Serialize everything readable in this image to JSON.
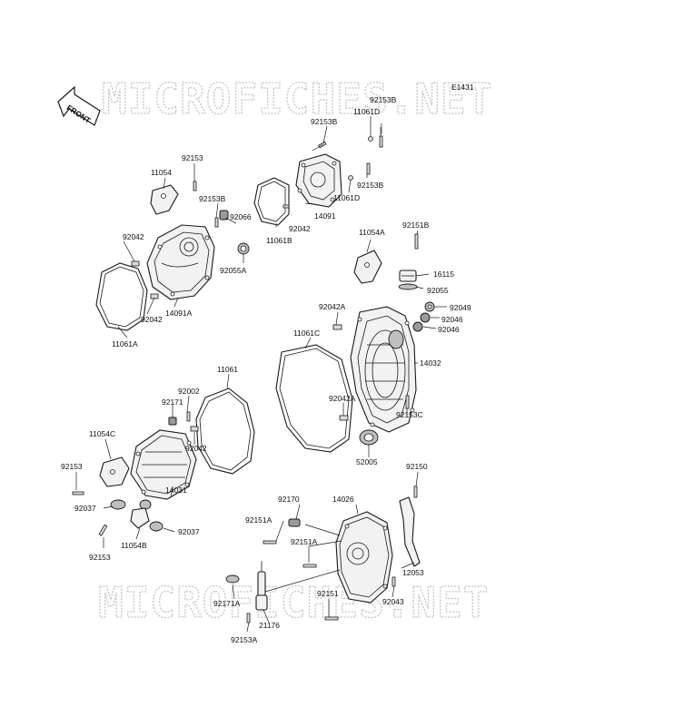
{
  "diagram": {
    "ref_code": "E1431",
    "front_label": "FRONT",
    "watermark_text": "MICROFICHES.NET",
    "labels": [
      {
        "id": "l-92153b-a",
        "text": "92153B"
      },
      {
        "id": "l-11061d-a",
        "text": "11061D"
      },
      {
        "id": "l-92153b-b",
        "text": "92153B"
      },
      {
        "id": "l-92153-a",
        "text": "92153"
      },
      {
        "id": "l-11054",
        "text": "11054"
      },
      {
        "id": "l-92153b-c",
        "text": "92153B"
      },
      {
        "id": "l-92066",
        "text": "92066"
      },
      {
        "id": "l-11061d-b",
        "text": "11061D"
      },
      {
        "id": "l-92153b-d",
        "text": "92153B"
      },
      {
        "id": "l-14091",
        "text": "14091"
      },
      {
        "id": "l-92042-a",
        "text": "92042"
      },
      {
        "id": "l-11061b",
        "text": "11061B"
      },
      {
        "id": "l-92042-b",
        "text": "92042"
      },
      {
        "id": "l-92055a",
        "text": "92055A"
      },
      {
        "id": "l-14091a",
        "text": "14091A"
      },
      {
        "id": "l-92042-c",
        "text": "92042"
      },
      {
        "id": "l-11061a",
        "text": "11061A"
      },
      {
        "id": "l-11054a",
        "text": "11054A"
      },
      {
        "id": "l-92151b",
        "text": "92151B"
      },
      {
        "id": "l-16115",
        "text": "16115"
      },
      {
        "id": "l-92055",
        "text": "92055"
      },
      {
        "id": "l-92042a-a",
        "text": "92042A"
      },
      {
        "id": "l-92049",
        "text": "92049"
      },
      {
        "id": "l-92046-a",
        "text": "92046"
      },
      {
        "id": "l-92046-b",
        "text": "92046"
      },
      {
        "id": "l-11061c",
        "text": "11061C"
      },
      {
        "id": "l-14032",
        "text": "14032"
      },
      {
        "id": "l-11061",
        "text": "11061"
      },
      {
        "id": "l-92002",
        "text": "92002"
      },
      {
        "id": "l-92171",
        "text": "92171"
      },
      {
        "id": "l-92042a-b",
        "text": "92042A"
      },
      {
        "id": "l-92153c",
        "text": "92153C"
      },
      {
        "id": "l-11054c",
        "text": "11054C"
      },
      {
        "id": "l-92042-d",
        "text": "92042"
      },
      {
        "id": "l-52005",
        "text": "52005"
      },
      {
        "id": "l-92153-b",
        "text": "92153"
      },
      {
        "id": "l-92150",
        "text": "92150"
      },
      {
        "id": "l-14031",
        "text": "14031"
      },
      {
        "id": "l-92037-a",
        "text": "92037"
      },
      {
        "id": "l-92170",
        "text": "92170"
      },
      {
        "id": "l-14026",
        "text": "14026"
      },
      {
        "id": "l-92151a-a",
        "text": "92151A"
      },
      {
        "id": "l-92037-b",
        "text": "92037"
      },
      {
        "id": "l-11054b",
        "text": "11054B"
      },
      {
        "id": "l-92153-c",
        "text": "92153"
      },
      {
        "id": "l-92151a-b",
        "text": "92151A"
      },
      {
        "id": "l-12053",
        "text": "12053"
      },
      {
        "id": "l-92151",
        "text": "92151"
      },
      {
        "id": "l-92043",
        "text": "92043"
      },
      {
        "id": "l-92171a",
        "text": "92171A"
      },
      {
        "id": "l-21176",
        "text": "21176"
      },
      {
        "id": "l-92153a",
        "text": "92153A"
      }
    ]
  }
}
